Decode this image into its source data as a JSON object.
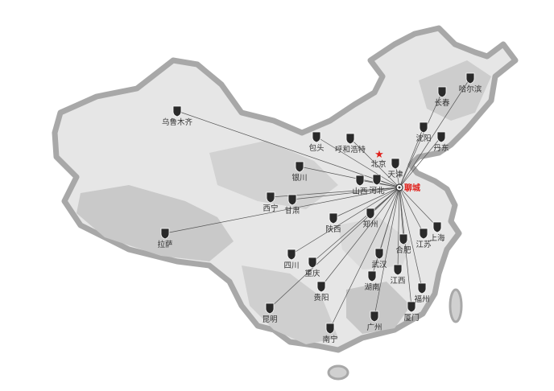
{
  "map": {
    "hub": {
      "name": "聊城",
      "color": "#e0201a"
    },
    "capital": {
      "name": "北京",
      "color": "#e0201a"
    },
    "cities": [
      {
        "name": "乌鲁木齐",
        "connected": true
      },
      {
        "name": "包头",
        "connected": true
      },
      {
        "name": "呼和浩特",
        "connected": true
      },
      {
        "name": "天津",
        "connected": true
      },
      {
        "name": "沈阳",
        "connected": true
      },
      {
        "name": "丹东",
        "connected": true
      },
      {
        "name": "长春",
        "connected": true
      },
      {
        "name": "哈尔滨",
        "connected": true
      },
      {
        "name": "银川",
        "connected": true
      },
      {
        "name": "山西",
        "connected": true
      },
      {
        "name": "河北",
        "connected": true
      },
      {
        "name": "西宁",
        "connected": true
      },
      {
        "name": "甘肃",
        "connected": true
      },
      {
        "name": "拉萨",
        "connected": true
      },
      {
        "name": "陕西",
        "connected": true
      },
      {
        "name": "郑州",
        "connected": true
      },
      {
        "name": "四川",
        "connected": true
      },
      {
        "name": "重庆",
        "connected": true
      },
      {
        "name": "贵阳",
        "connected": true
      },
      {
        "name": "昆明",
        "connected": true
      },
      {
        "name": "武汉",
        "connected": true
      },
      {
        "name": "湖南",
        "connected": true
      },
      {
        "name": "江西",
        "connected": true
      },
      {
        "name": "合肥",
        "connected": true
      },
      {
        "name": "江苏",
        "connected": true
      },
      {
        "name": "上海",
        "connected": true
      },
      {
        "name": "福州",
        "connected": true
      },
      {
        "name": "厦门",
        "connected": true
      },
      {
        "name": "广州",
        "connected": true
      },
      {
        "name": "南宁",
        "connected": true
      }
    ]
  }
}
